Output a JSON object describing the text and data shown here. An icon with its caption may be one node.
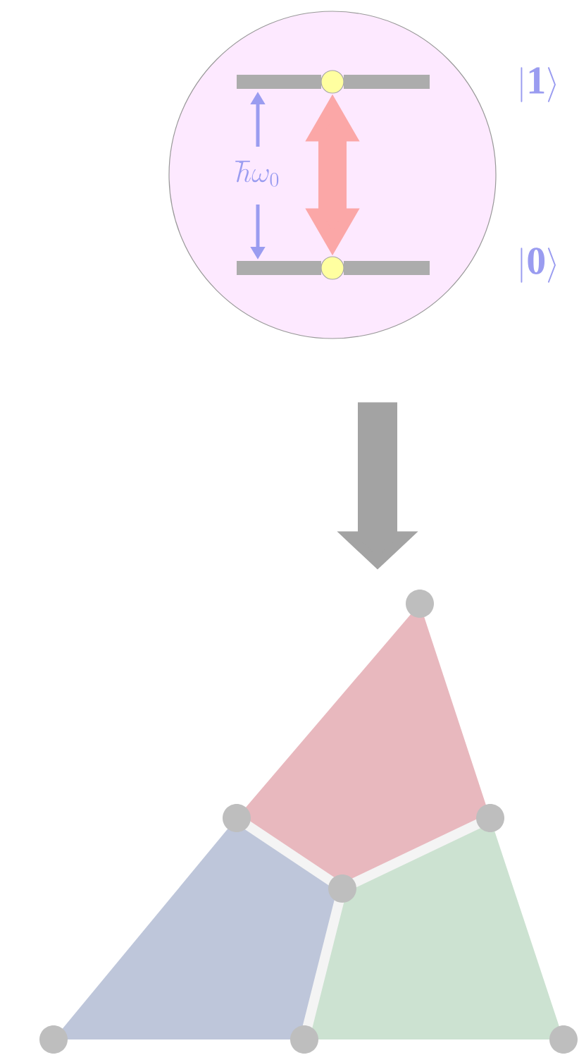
{
  "diagram": {
    "nodes": [
      {
        "text": [
          "\\hbar\\omega_0"
        ]
      },
      {
        "text": [],
        "shape": "circle",
        "in": 0
      },
      {
        "text": [],
        "shape": "circle",
        "in": 0
      },
      {
        "text": [],
        "shape": "picture"
      }
    ],
    "edges": [
      {
        "from": 1,
        "to": 2,
        "arrow": "both",
        "color": "#fba7a7"
      },
      {
        "from": 0,
        "to": 3,
        "arrow": "to",
        "color": "#a3a3a3"
      }
    ],
    "labels": [
      "|\\mathbf{1}\\rangle",
      "|\\mathbf{0}\\rangle"
    ]
  }
}
